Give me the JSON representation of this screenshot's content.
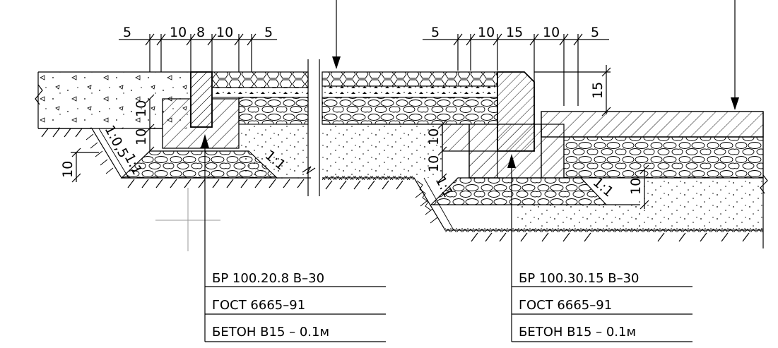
{
  "dimensions_left": [
    "5",
    "10",
    "8",
    "10",
    "5"
  ],
  "dimensions_right": [
    "5",
    "10",
    "15",
    "10",
    "5"
  ],
  "side_dims": {
    "left_upper": "10",
    "left_middle": "10",
    "left_lower": "10",
    "middle_upper": "10",
    "middle_lower": "10",
    "right_top": "15",
    "right_lower": "10"
  },
  "slopes": {
    "left_outer": "1:0,5",
    "left_inner": "1:1",
    "left_right": "1:1",
    "mid_left": "1:1",
    "mid_right": "1:1"
  },
  "callouts": [
    {
      "line1": "БР 100.20.8   В–30",
      "line2": "ГОСТ 6665–91",
      "line3": "БЕТОН В15   – 0.1м"
    },
    {
      "line1": "БР 100.30.15   В–30",
      "line2": "ГОСТ 6665–91",
      "line3": "БЕТОН В15   – 0.1м"
    }
  ]
}
